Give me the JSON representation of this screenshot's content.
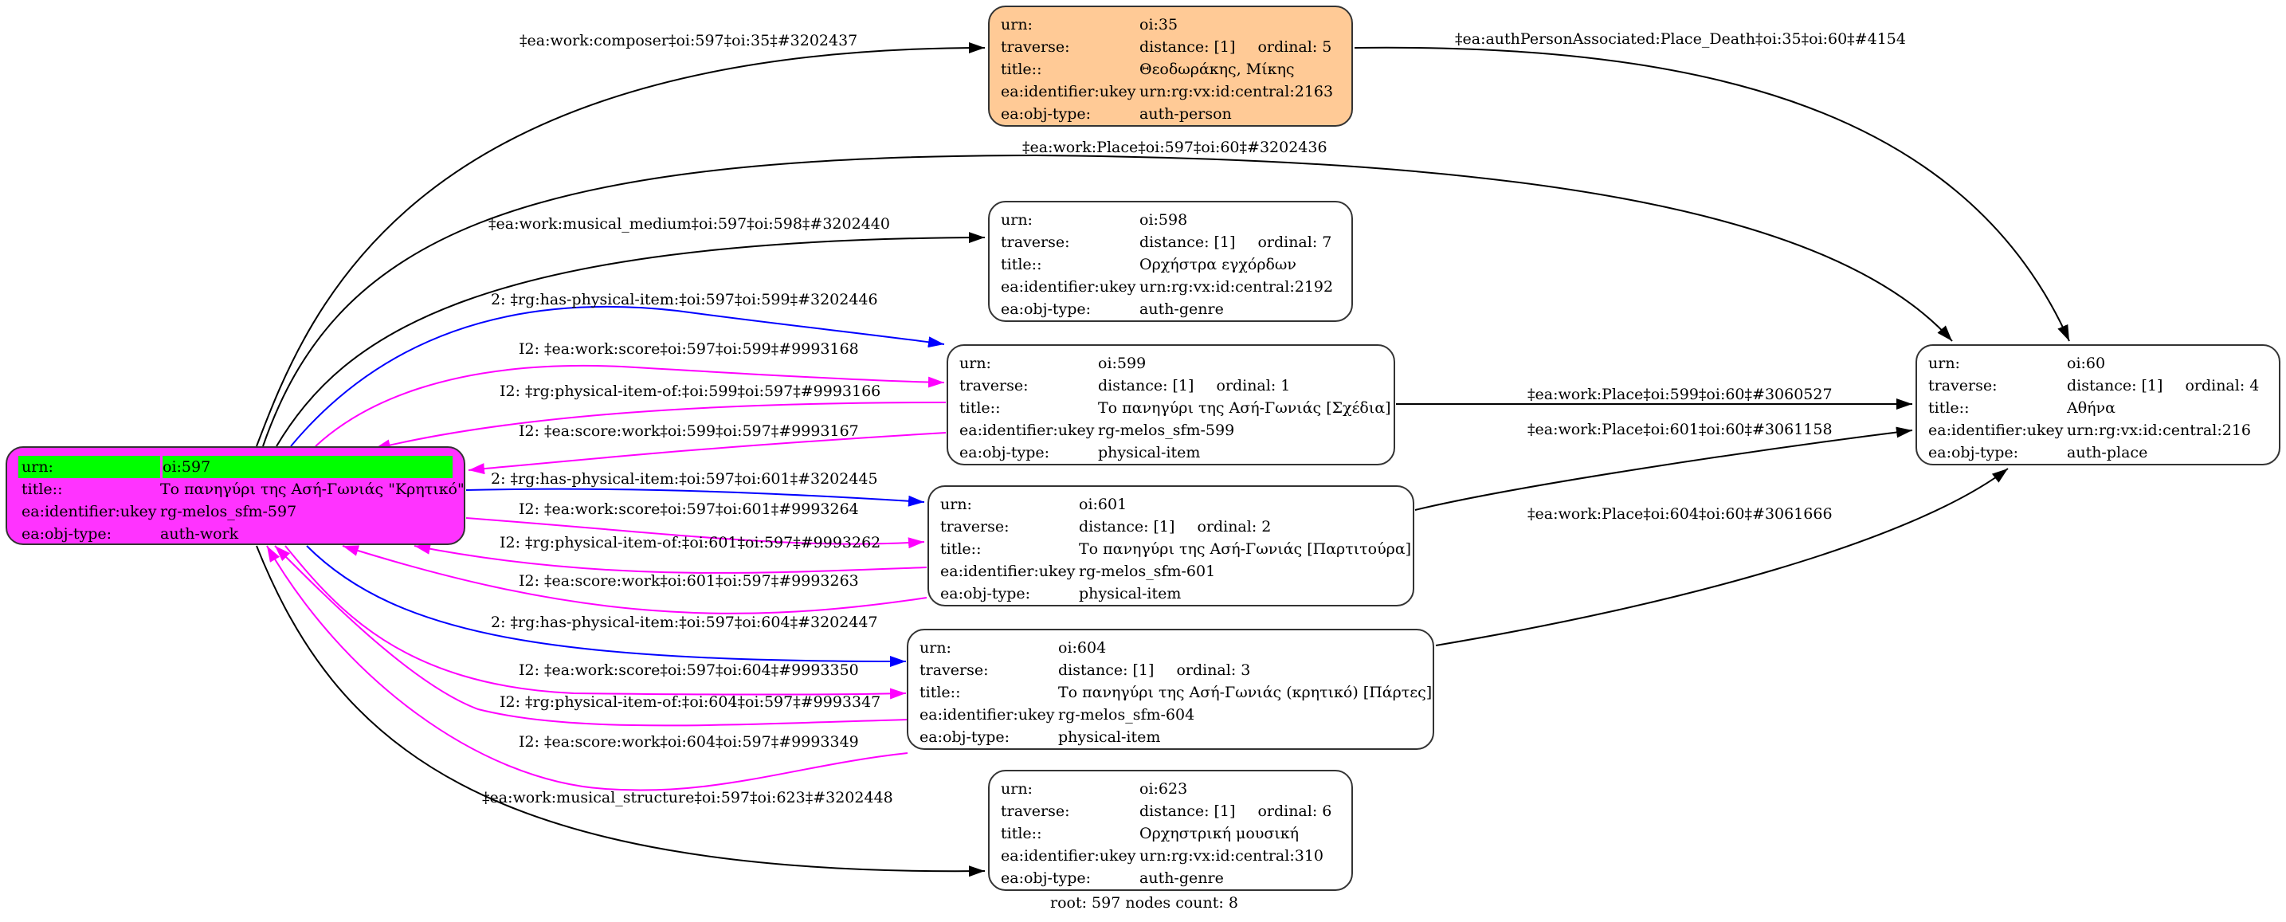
{
  "graph": {
    "footer": "root: 597 nodes count: 8",
    "colors": {
      "root_fill": "#ff33ff",
      "root_highlight": "#00ff00",
      "person_fill": "#ffca96",
      "edge_default": "#000000",
      "edge_has_item": "#0000ff",
      "edge_inverse": "#ff00ff"
    },
    "nodes": [
      {
        "id": "oi:597",
        "type": "root",
        "rows": [
          {
            "k": "urn:",
            "v": "oi:597"
          },
          {
            "k": "title::",
            "v": "Το πανηγύρι της Ασή-Γωνιάς \"Κρητικό\""
          },
          {
            "k": "ea:identifier:ukey",
            "v": "rg-melos_sfm-597"
          },
          {
            "k": "ea:obj-type:",
            "v": "auth-work"
          }
        ]
      },
      {
        "id": "oi:35",
        "type": "person",
        "rows": [
          {
            "k": "urn:",
            "v": "oi:35"
          },
          {
            "k": "traverse:",
            "distance": "distance: [1]",
            "ordinal": "ordinal: 5"
          },
          {
            "k": "title::",
            "v": "Θεοδωράκης, Μίκης"
          },
          {
            "k": "ea:identifier:ukey",
            "v": "urn:rg:vx:id:central:2163"
          },
          {
            "k": "ea:obj-type:",
            "v": "auth-person"
          }
        ]
      },
      {
        "id": "oi:598",
        "type": "genre",
        "rows": [
          {
            "k": "urn:",
            "v": "oi:598"
          },
          {
            "k": "traverse:",
            "distance": "distance: [1]",
            "ordinal": "ordinal: 7"
          },
          {
            "k": "title::",
            "v": "Ορχήστρα εγχόρδων"
          },
          {
            "k": "ea:identifier:ukey",
            "v": "urn:rg:vx:id:central:2192"
          },
          {
            "k": "ea:obj-type:",
            "v": "auth-genre"
          }
        ]
      },
      {
        "id": "oi:599",
        "type": "item",
        "rows": [
          {
            "k": "urn:",
            "v": "oi:599"
          },
          {
            "k": "traverse:",
            "distance": "distance: [1]",
            "ordinal": "ordinal: 1"
          },
          {
            "k": "title::",
            "v": "Το πανηγύρι της Ασή-Γωνιάς [Σχέδια]"
          },
          {
            "k": "ea:identifier:ukey",
            "v": "rg-melos_sfm-599"
          },
          {
            "k": "ea:obj-type:",
            "v": "physical-item"
          }
        ]
      },
      {
        "id": "oi:601",
        "type": "item",
        "rows": [
          {
            "k": "urn:",
            "v": "oi:601"
          },
          {
            "k": "traverse:",
            "distance": "distance: [1]",
            "ordinal": "ordinal: 2"
          },
          {
            "k": "title::",
            "v": "Το πανηγύρι της Ασή-Γωνιάς [Παρτιτούρα]"
          },
          {
            "k": "ea:identifier:ukey",
            "v": "rg-melos_sfm-601"
          },
          {
            "k": "ea:obj-type:",
            "v": "physical-item"
          }
        ]
      },
      {
        "id": "oi:604",
        "type": "item",
        "rows": [
          {
            "k": "urn:",
            "v": "oi:604"
          },
          {
            "k": "traverse:",
            "distance": "distance: [1]",
            "ordinal": "ordinal: 3"
          },
          {
            "k": "title::",
            "v": "Το πανηγύρι της Ασή-Γωνιάς (κρητικό) [Πάρτες]"
          },
          {
            "k": "ea:identifier:ukey",
            "v": "rg-melos_sfm-604"
          },
          {
            "k": "ea:obj-type:",
            "v": "physical-item"
          }
        ]
      },
      {
        "id": "oi:623",
        "type": "genre",
        "rows": [
          {
            "k": "urn:",
            "v": "oi:623"
          },
          {
            "k": "traverse:",
            "distance": "distance: [1]",
            "ordinal": "ordinal: 6"
          },
          {
            "k": "title::",
            "v": "Ορχηστρική μουσική"
          },
          {
            "k": "ea:identifier:ukey",
            "v": "urn:rg:vx:id:central:310"
          },
          {
            "k": "ea:obj-type:",
            "v": "auth-genre"
          }
        ]
      },
      {
        "id": "oi:60",
        "type": "place",
        "rows": [
          {
            "k": "urn:",
            "v": "oi:60"
          },
          {
            "k": "traverse:",
            "distance": "distance: [1]",
            "ordinal": "ordinal: 4"
          },
          {
            "k": "title::",
            "v": "Αθήνα"
          },
          {
            "k": "ea:identifier:ukey",
            "v": "urn:rg:vx:id:central:216"
          },
          {
            "k": "ea:obj-type:",
            "v": "auth-place"
          }
        ]
      }
    ],
    "edges": [
      {
        "from": "oi:597",
        "to": "oi:35",
        "kind": "default",
        "label": "‡ea:work:composer‡oi:597‡oi:35‡#3202437"
      },
      {
        "from": "oi:35",
        "to": "oi:60",
        "kind": "default",
        "label": "‡ea:authPersonAssociated:Place_Death‡oi:35‡oi:60‡#4154"
      },
      {
        "from": "oi:597",
        "to": "oi:60",
        "kind": "default",
        "label": "‡ea:work:Place‡oi:597‡oi:60‡#3202436"
      },
      {
        "from": "oi:597",
        "to": "oi:598",
        "kind": "default",
        "label": "‡ea:work:musical_medium‡oi:597‡oi:598‡#3202440"
      },
      {
        "from": "oi:597",
        "to": "oi:599",
        "kind": "has_item",
        "label": "2: ‡rg:has-physical-item:‡oi:597‡oi:599‡#3202446"
      },
      {
        "from": "oi:597",
        "to": "oi:599",
        "kind": "inverse",
        "label": "I2: ‡ea:work:score‡oi:597‡oi:599‡#9993168"
      },
      {
        "from": "oi:599",
        "to": "oi:597",
        "kind": "inverse",
        "label": "I2: ‡rg:physical-item-of:‡oi:599‡oi:597‡#9993166"
      },
      {
        "from": "oi:599",
        "to": "oi:597",
        "kind": "inverse",
        "label": "I2: ‡ea:score:work‡oi:599‡oi:597‡#9993167"
      },
      {
        "from": "oi:599",
        "to": "oi:60",
        "kind": "default",
        "label": "‡ea:work:Place‡oi:599‡oi:60‡#3060527"
      },
      {
        "from": "oi:601",
        "to": "oi:60",
        "kind": "default",
        "label": "‡ea:work:Place‡oi:601‡oi:60‡#3061158"
      },
      {
        "from": "oi:604",
        "to": "oi:60",
        "kind": "default",
        "label": "‡ea:work:Place‡oi:604‡oi:60‡#3061666"
      },
      {
        "from": "oi:597",
        "to": "oi:601",
        "kind": "has_item",
        "label": "2: ‡rg:has-physical-item:‡oi:597‡oi:601‡#3202445"
      },
      {
        "from": "oi:597",
        "to": "oi:601",
        "kind": "inverse",
        "label": "I2: ‡ea:work:score‡oi:597‡oi:601‡#9993264"
      },
      {
        "from": "oi:601",
        "to": "oi:597",
        "kind": "inverse",
        "label": "I2: ‡rg:physical-item-of:‡oi:601‡oi:597‡#9993262"
      },
      {
        "from": "oi:601",
        "to": "oi:597",
        "kind": "inverse",
        "label": "I2: ‡ea:score:work‡oi:601‡oi:597‡#9993263"
      },
      {
        "from": "oi:597",
        "to": "oi:604",
        "kind": "has_item",
        "label": "2: ‡rg:has-physical-item:‡oi:597‡oi:604‡#3202447"
      },
      {
        "from": "oi:597",
        "to": "oi:604",
        "kind": "inverse",
        "label": "I2: ‡ea:work:score‡oi:597‡oi:604‡#9993350"
      },
      {
        "from": "oi:604",
        "to": "oi:597",
        "kind": "inverse",
        "label": "I2: ‡rg:physical-item-of:‡oi:604‡oi:597‡#9993347"
      },
      {
        "from": "oi:604",
        "to": "oi:597",
        "kind": "inverse",
        "label": "I2: ‡ea:score:work‡oi:604‡oi:597‡#9993349"
      },
      {
        "from": "oi:597",
        "to": "oi:623",
        "kind": "default",
        "label": "‡ea:work:musical_structure‡oi:597‡oi:623‡#3202448"
      }
    ]
  }
}
